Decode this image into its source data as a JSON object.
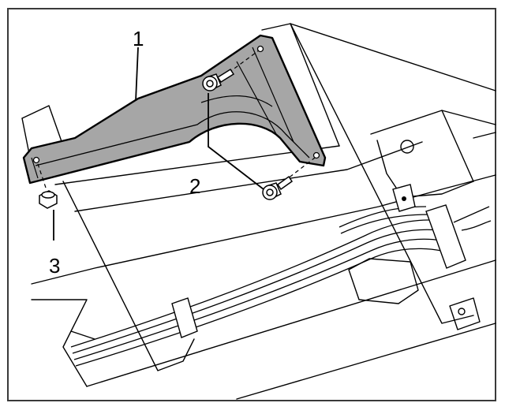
{
  "callouts": [
    {
      "id": "bracket",
      "label": "1"
    },
    {
      "id": "bolts",
      "label": "2"
    },
    {
      "id": "nut",
      "label": "3"
    }
  ],
  "colors": {
    "ink": "#000000",
    "bracket_fill": "#a6a6a6",
    "background": "#ffffff",
    "border": "#3a3a3a"
  },
  "icons": {
    "bracket": "bracket-icon",
    "bolt": "bolt-icon",
    "nut": "nut-icon",
    "harness": "wire-harness-icon"
  }
}
